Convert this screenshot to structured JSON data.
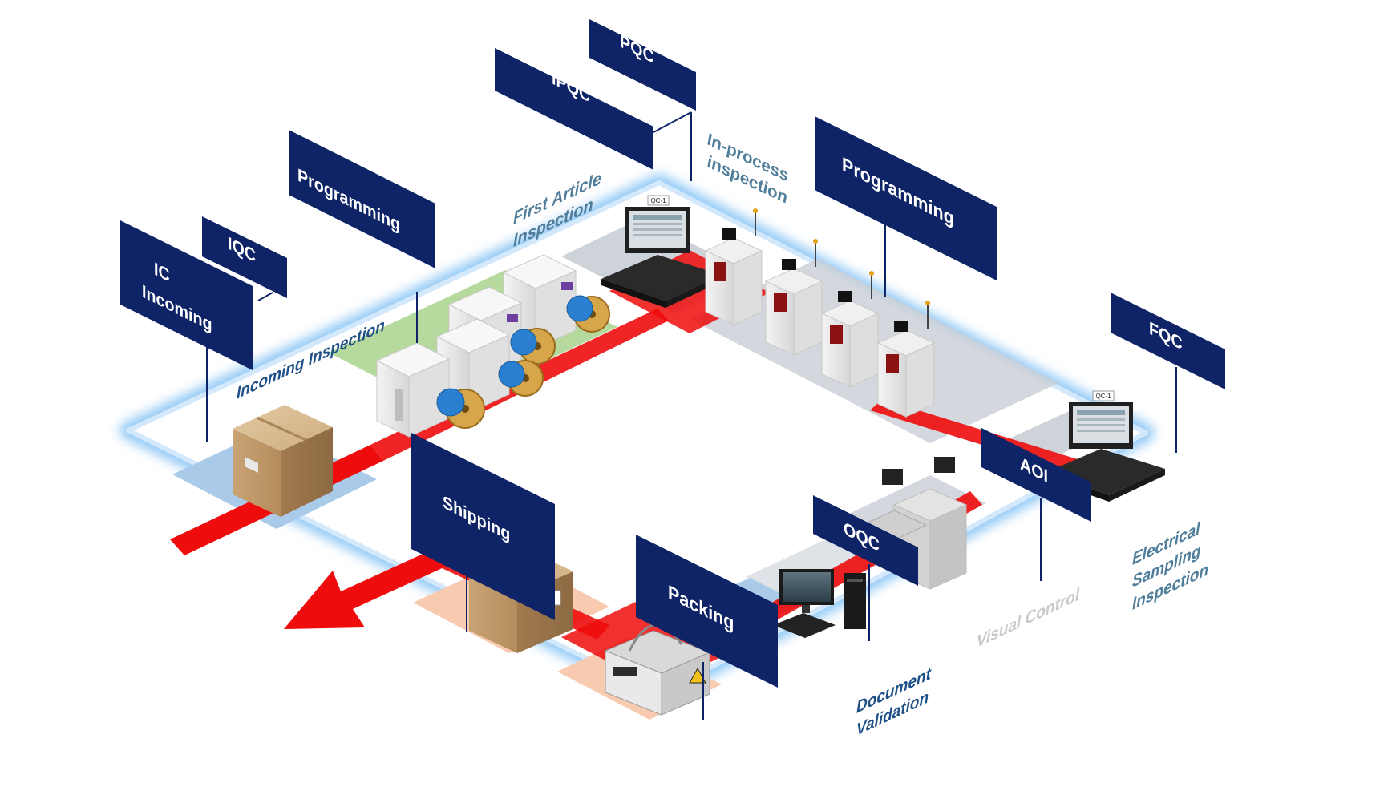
{
  "colors": {
    "sign_fill": "#0f2467",
    "sign_text": "#ffffff",
    "label_blue": "#1e4f86",
    "label_teal": "#4f7d9a",
    "label_gray": "#c7c9cc",
    "flow_arrow": "#ee0c0c",
    "glow": "#bfe0fb",
    "zone_blue": "#a9cbe9",
    "zone_green": "#b6d99d",
    "zone_gray": "#c9ced6",
    "zone_peach": "#f8cbb0"
  },
  "signs": {
    "pqc": "PQC",
    "ipqc": "IPQC",
    "programming_left": "Programming",
    "iqc": "IQC",
    "ic_incoming_line1": "IC",
    "ic_incoming_line2": "Incoming",
    "programming_right": "Programming",
    "fqc": "FQC",
    "aoi": "AOI",
    "oqc": "OQC",
    "shipping": "Shipping",
    "packing": "Packing"
  },
  "area_labels": {
    "incoming_inspection": "Incoming Inspection",
    "first_article_line1": "First Article",
    "first_article_line2": "Inspection",
    "in_process_line1": "In-process",
    "in_process_line2": "inspection",
    "electrical_line1": "Electrical",
    "electrical_line2": "Sampling",
    "electrical_line3": "Inspection",
    "visual_control": "Visual Control",
    "document_line1": "Document",
    "document_line2": "Validation"
  },
  "equipment": {
    "qc_station_tag": "QC-1",
    "programmer_machine_icon": "programmer-machine-icon",
    "reel_icon": "tape-reel-icon",
    "box_icon": "cardboard-box-icon",
    "workstation_icon": "qc-workstation-icon",
    "computer_icon": "desktop-computer-icon",
    "vacuum_sealer_icon": "vacuum-sealer-icon",
    "aoi_machine_icon": "aoi-inspection-machine-icon",
    "arrow_icon": "flow-arrow-icon"
  }
}
